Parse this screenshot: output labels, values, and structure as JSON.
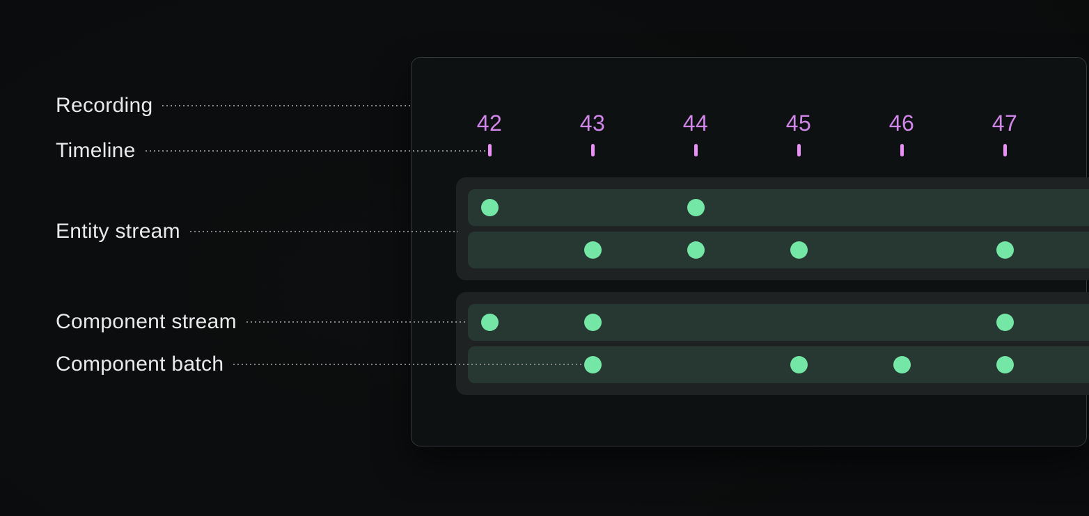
{
  "annotations": {
    "recording": "Recording",
    "timeline": "Timeline",
    "entity_stream": "Entity stream",
    "component_stream": "Component stream",
    "component_batch": "Component batch"
  },
  "chart_data": {
    "type": "scatter",
    "title": "",
    "x": {
      "axis_label": "",
      "ticks": [
        42,
        43,
        44,
        45,
        46,
        47
      ]
    },
    "streams": {
      "entity": {
        "rows": [
          {
            "events": [
              42,
              44
            ]
          },
          {
            "events": [
              43,
              44,
              45,
              47
            ]
          }
        ]
      },
      "component": {
        "rows": [
          {
            "events": [
              42,
              43,
              47
            ]
          },
          {
            "events": [
              43,
              45,
              46,
              47
            ]
          }
        ]
      }
    }
  },
  "colors": {
    "page_bg": "#0b0d0e",
    "panel_bg": "#0e1112",
    "panel_border": "#35393b",
    "group_bg": "#1e2223",
    "row_bg": "#263831",
    "event_dot": "#74e6a5",
    "tick_number": "#d186ea",
    "tick_mark": "#ea8ff5",
    "label_text": "#e9ebeb",
    "leader_line": "#84888a"
  }
}
